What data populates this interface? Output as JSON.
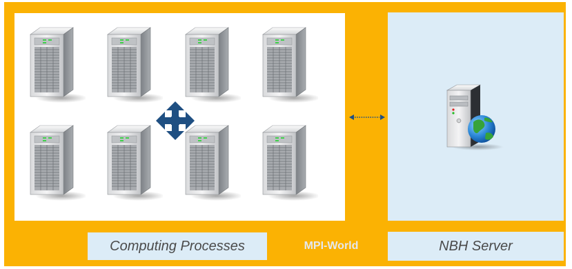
{
  "diagram": {
    "colors": {
      "frame": "#fbb203",
      "panel_light": "#dcecf7",
      "arrow": "#1f4f82",
      "caption_text": "#4a4a4a"
    },
    "left_group": {
      "caption": "Computing Processes",
      "node_icon": "server-tower-icon",
      "node_count": 8
    },
    "middle_label": "MPI-World",
    "right_group": {
      "caption": "NBH Server",
      "node_icon": "web-server-globe-icon"
    },
    "connector_icon": "bidirectional-dotted-arrow-icon",
    "interconnect_icon": "four-way-arrow-icon"
  }
}
